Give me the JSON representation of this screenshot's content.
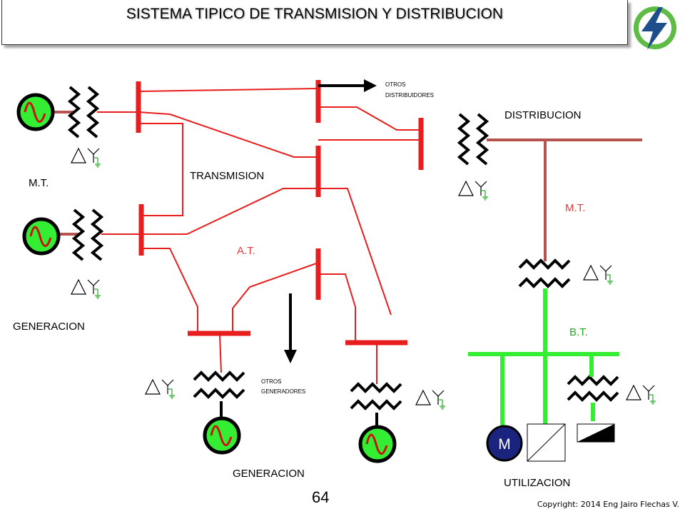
{
  "title": "SISTEMA TIPICO DE TRANSMISION Y DISTRIBUCION",
  "logo_icon": "lightning-bolt-icon",
  "labels": {
    "mt_left": "M.T.",
    "transmision": "TRANSMISION",
    "at": "A.T.",
    "generacion_left": "GENERACION",
    "generacion_bottom": "GENERACION",
    "otros_distribuidores_1": "OTROS",
    "otros_distribuidores_2": "DISTRIBUIDORES",
    "otros_generadores_1": "OTROS",
    "otros_generadores_2": "GENERADORES",
    "distribucion": "DISTRIBUCION",
    "mt_right": "M.T.",
    "bt": "B.T.",
    "utilizacion": "UTILIZACION",
    "motor": "M"
  },
  "page_number": "64",
  "copyright": "Copyright: 2014 Eng Jairo Flechas V.",
  "colors": {
    "transmission": "#e81e1e",
    "distribution": "#b5544f",
    "low_voltage": "#33ee33",
    "generator_fill": "#33ee33",
    "generator_wave": "#cc1111",
    "motor_fill": "#1a237e",
    "label_red": "#e23b3b",
    "label_green": "#22aa22",
    "logo_circle": "#5dbb46",
    "logo_bolt": "#1f4f8a"
  }
}
